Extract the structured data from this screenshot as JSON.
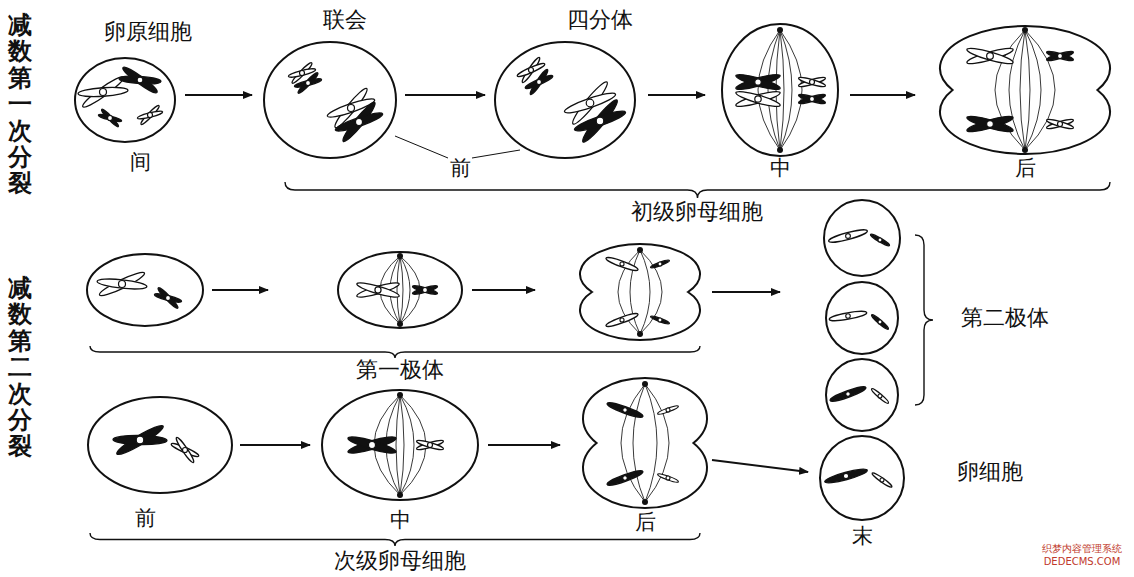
{
  "diagram": {
    "labels": [
      "减数第一次分裂",
      "卵原细胞",
      "联会",
      "四分体",
      "间",
      "前",
      "中",
      "后",
      "初级卵母细胞",
      "减数第二次分裂",
      "第一极体",
      "第二极体",
      "前",
      "中",
      "后",
      "末",
      "卵细胞",
      "次级卵母细胞",
      "织梦内容管理系统",
      "DEDECMS.COM"
    ]
  }
}
